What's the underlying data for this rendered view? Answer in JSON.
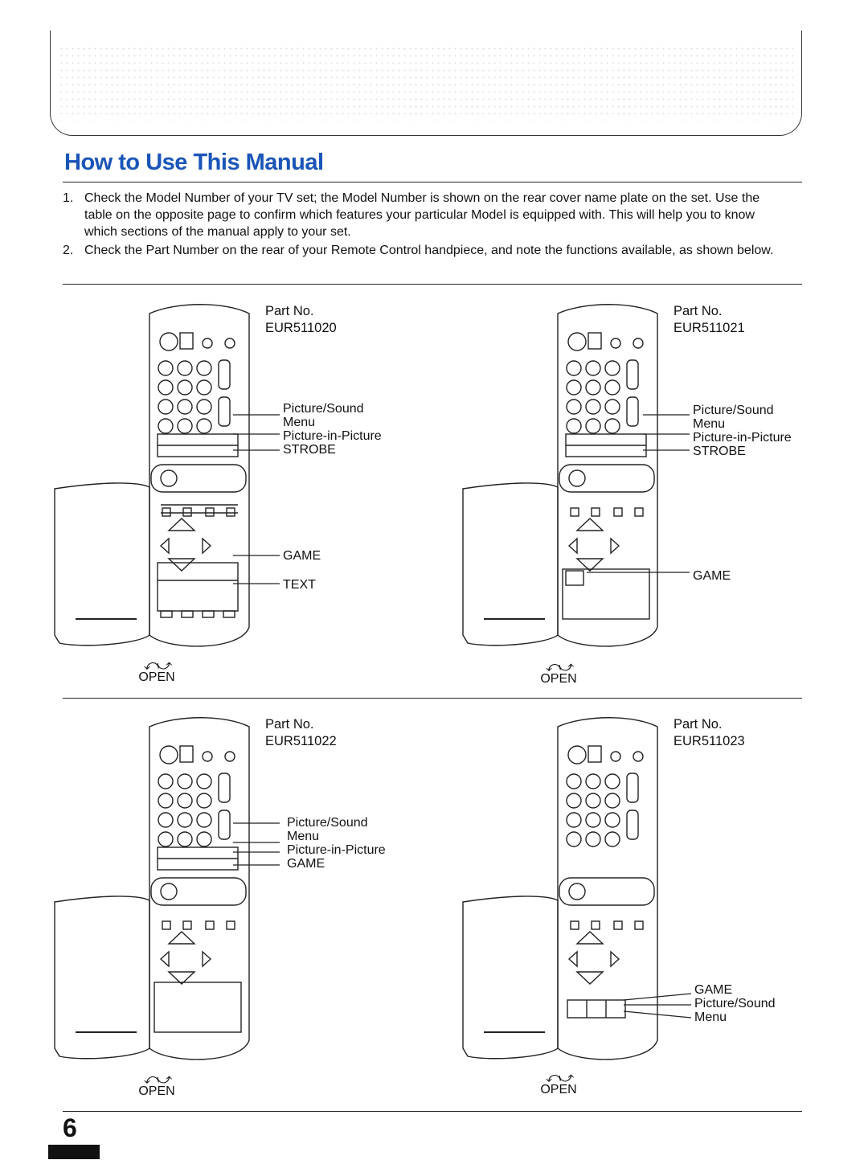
{
  "page": {
    "title": "How to Use This Manual",
    "page_number": "6"
  },
  "steps": [
    {
      "num": "1.",
      "text": "Check the Model Number of your TV set; the Model Number is shown on the rear cover name plate on the set. Use the table on the opposite page to confirm which features your particular Model is equipped with. This will help you to know which sections of the manual apply to your set."
    },
    {
      "num": "2.",
      "text": "Check the Part Number on the rear of your Remote Control handpiece, and note the functions available, as shown below."
    }
  ],
  "remotes": [
    {
      "part_label": "Part No.",
      "part_number": "EUR511020",
      "labels": [
        "Picture/Sound",
        "Menu",
        "Picture-in-Picture",
        "STROBE",
        "GAME",
        "TEXT"
      ],
      "open": "OPEN"
    },
    {
      "part_label": "Part No.",
      "part_number": "EUR511021",
      "labels": [
        "Picture/Sound",
        "Menu",
        "Picture-in-Picture",
        "STROBE",
        "GAME"
      ],
      "open": "OPEN"
    },
    {
      "part_label": "Part No.",
      "part_number": "EUR511022",
      "labels": [
        "Picture/Sound",
        "Menu",
        "Picture-in-Picture",
        "GAME"
      ],
      "open": "OPEN"
    },
    {
      "part_label": "Part No.",
      "part_number": "EUR511023",
      "labels": [
        "GAME",
        "Picture/Sound",
        "Menu"
      ],
      "open": "OPEN"
    }
  ],
  "icons": {
    "open_arrow": "curved-double-arrow-icon",
    "remote": "remote-control-drawing"
  }
}
